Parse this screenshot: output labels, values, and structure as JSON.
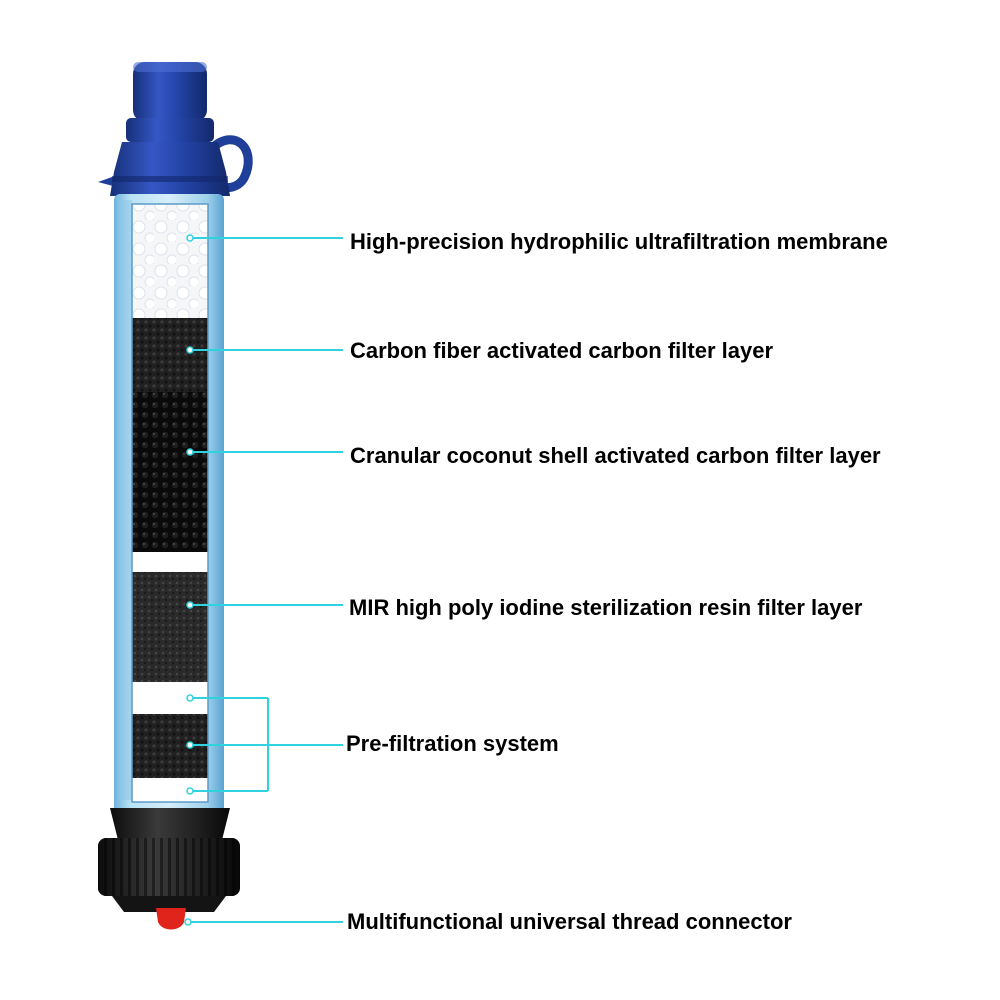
{
  "labels": {
    "membrane": "High-precision hydrophilic ultrafiltration membrane",
    "carbon_fiber": "Carbon fiber activated carbon filter layer",
    "coconut": "Cranular coconut shell activated carbon filter layer",
    "resin": "MIR high poly iodine sterilization resin filter layer",
    "prefiltration": "Pre-filtration system",
    "connector": "Multifunctional universal thread connector"
  },
  "colors": {
    "leader_line": "#2fd3e0",
    "cap_blue": "#1f3f9a",
    "tube_blue": "#9fd3ec",
    "connector_red": "#e0241b",
    "base_black": "#1c1c1c"
  }
}
